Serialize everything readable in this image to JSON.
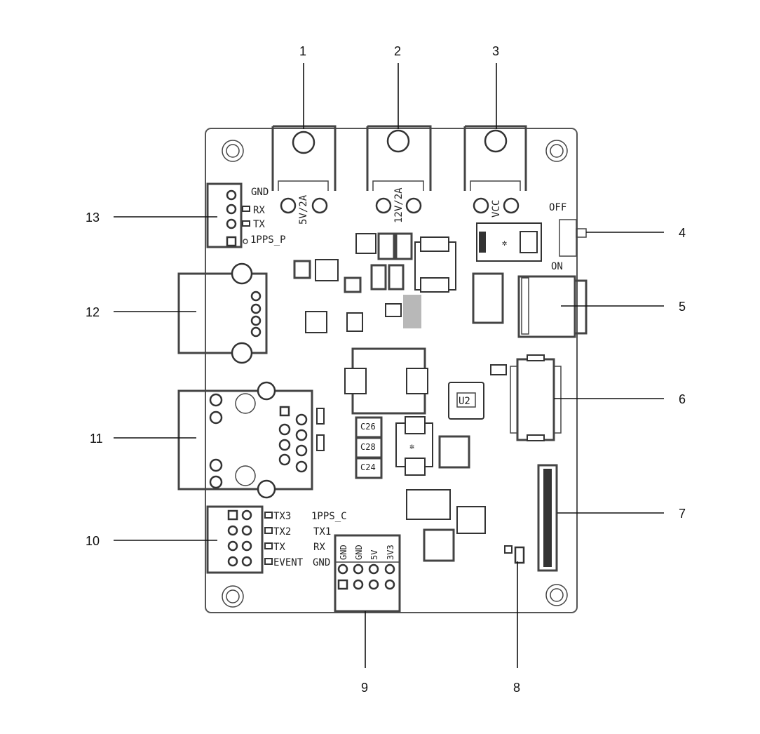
{
  "callouts": [
    "1",
    "2",
    "3",
    "4",
    "5",
    "6",
    "7",
    "8",
    "9",
    "10",
    "11",
    "12",
    "13"
  ],
  "silkscreen": {
    "gnd_top": "GND",
    "rx": "RX",
    "tx": "TX",
    "pps_p": "1PPS_P",
    "v5_2a": "5V/2A",
    "v12_2a": "12V/2A",
    "vcc": "VCC",
    "off": "OFF",
    "on": "ON",
    "u2": "U2",
    "c26": "C26",
    "c28": "C28",
    "c24": "C24",
    "tx3": "TX3",
    "tx2": "TX2",
    "tx_b": "TX",
    "event": "EVENT",
    "pps_c": "1PPS_C",
    "tx1": "TX1",
    "rx_b": "RX",
    "gnd_b": "GND",
    "hdr_gnd1": "GND",
    "hdr_gnd2": "GND",
    "hdr_5v": "5V",
    "hdr_3v3": "3V3"
  }
}
